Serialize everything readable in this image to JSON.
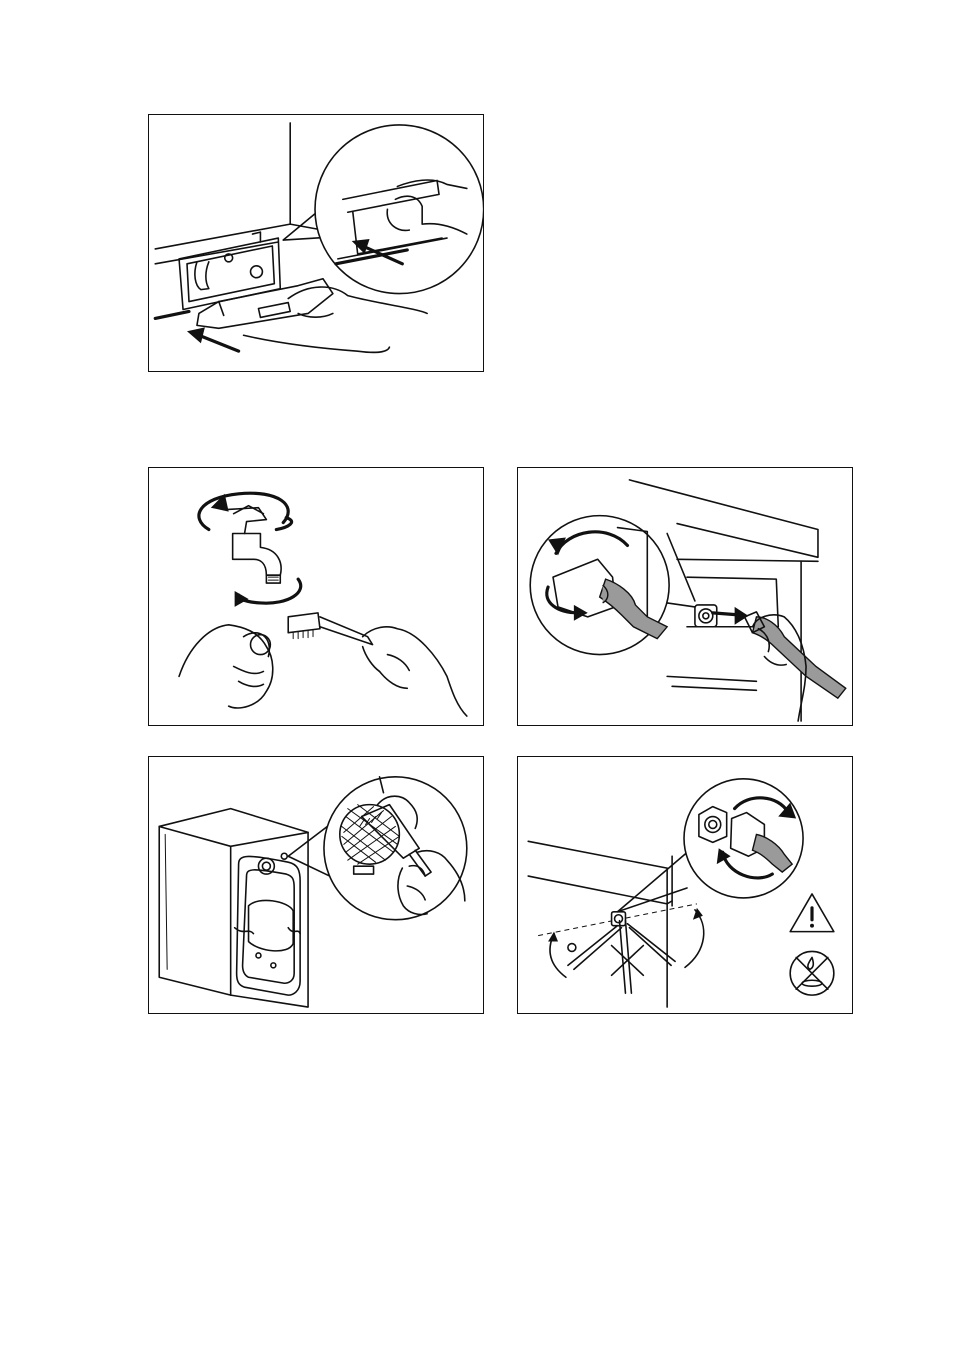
{
  "figures": [
    {
      "id": "fig-dispenser-removal",
      "icons": [
        "detergent-drawer-icon",
        "hand-icon",
        "push-arrow-icon",
        "magnifier-circle-icon"
      ]
    },
    {
      "id": "fig-tap-cleaning",
      "icons": [
        "water-tap-icon",
        "rotate-arrow-icon",
        "brush-icon",
        "hand-icon"
      ]
    },
    {
      "id": "fig-inlet-hose-unscrew",
      "icons": [
        "inlet-hose-icon",
        "rotate-arrow-icon",
        "pull-arrow-icon",
        "hand-icon"
      ]
    },
    {
      "id": "fig-inlet-filter-cleaning",
      "icons": [
        "washing-machine-back-icon",
        "filter-mesh-icon",
        "brush-icon",
        "hand-icon"
      ]
    },
    {
      "id": "fig-hose-reconnect",
      "icons": [
        "inlet-hose-icon",
        "rotate-arrow-icon",
        "warning-triangle-icon",
        "no-leak-icon"
      ]
    }
  ],
  "colors": {
    "line": "#111111",
    "background": "#ffffff",
    "hose_grey": "#9a9a9a"
  }
}
